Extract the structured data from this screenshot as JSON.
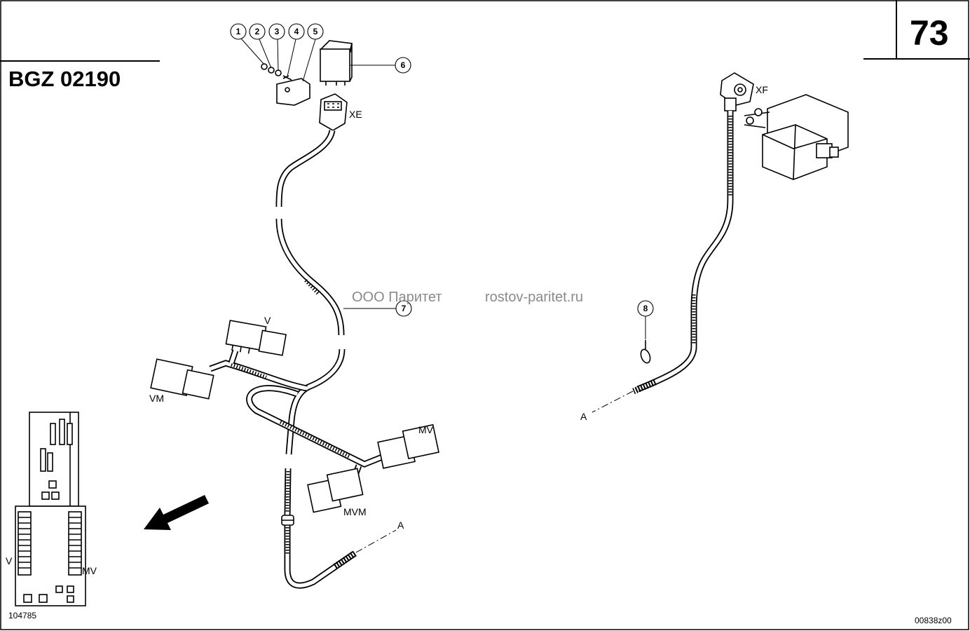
{
  "header": {
    "code": "BGZ 02190",
    "page_number": "73"
  },
  "callouts": [
    "1",
    "2",
    "3",
    "4",
    "5",
    "6",
    "7",
    "8"
  ],
  "labels": {
    "xe": "XE",
    "xf": "XF",
    "v": "V",
    "vm": "VM",
    "mv": "MV",
    "mvm": "MVM",
    "a_left": "A",
    "a_right": "A"
  },
  "inset": {
    "v": "V",
    "mv": "MV",
    "ref": "104785"
  },
  "watermark": {
    "company": "ООО Паритет",
    "site": "rostov-paritet.ru"
  },
  "footer": {
    "drawing_id": "00838z00"
  }
}
